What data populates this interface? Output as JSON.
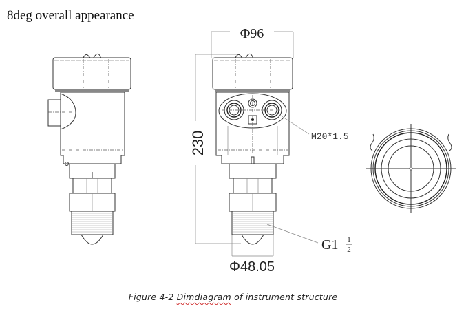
{
  "header": {
    "title": "8deg overall appearance"
  },
  "figure": {
    "views": [
      "side-view",
      "front-view",
      "top-view"
    ],
    "dimensions": {
      "width_top": "Φ96",
      "height": "230",
      "width_bottom": "Φ48.05"
    },
    "callouts": {
      "cable_gland": "M20*1.5",
      "thread_main": "G1",
      "thread_num": "1",
      "thread_den": "2"
    }
  },
  "caption": {
    "prefix": "Figure 4-2 ",
    "misspelled": "Dimdiagram",
    "suffix": " of instrument structure"
  }
}
